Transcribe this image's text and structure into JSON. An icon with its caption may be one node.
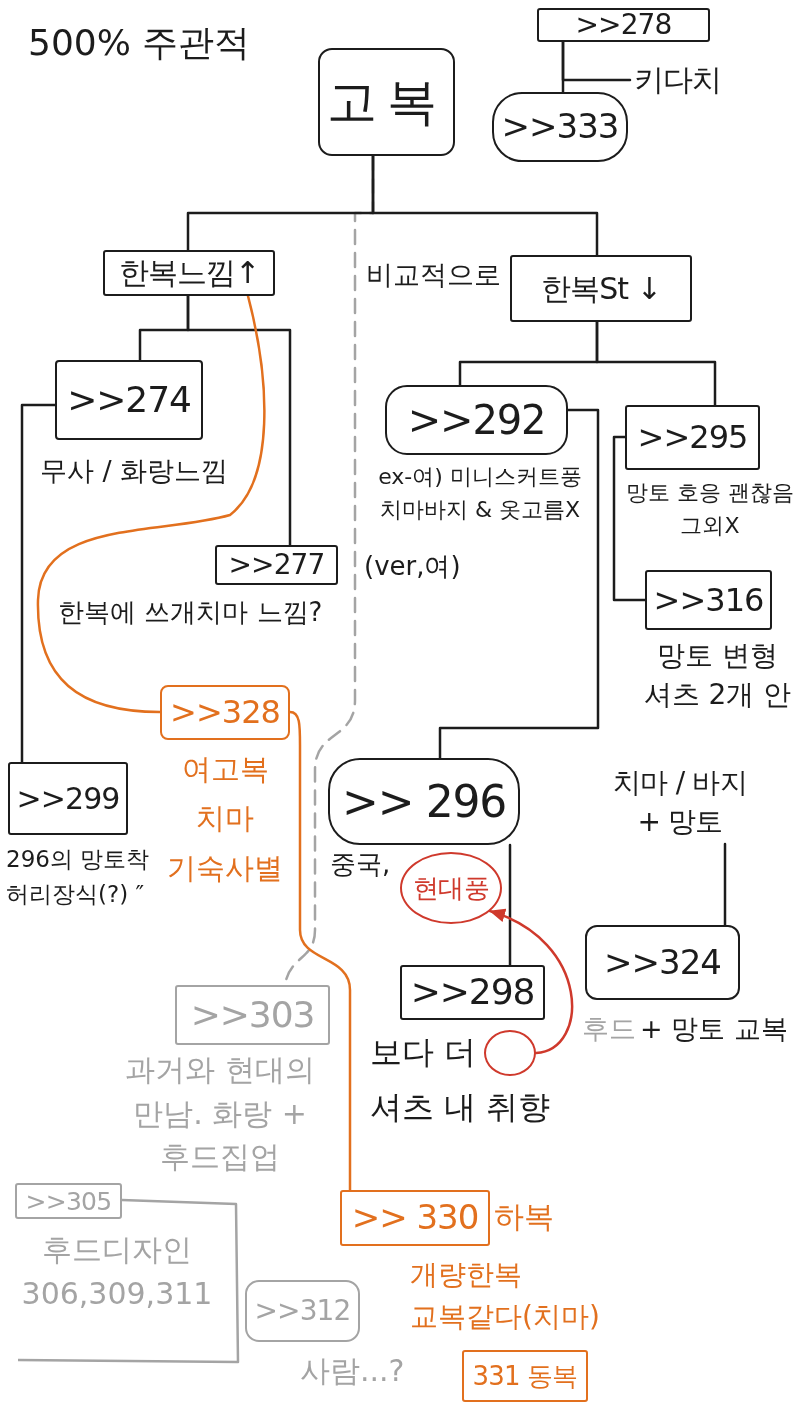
{
  "diagram": {
    "title": "500% 주관적",
    "nodes": [
      {
        "text": [
          ">>278"
        ]
      },
      {
        "text": [
          "고복"
        ]
      },
      {
        "text": [
          ">>333"
        ]
      },
      {
        "text": [
          "키다치"
        ]
      },
      {
        "text": [
          "한복느낌↑"
        ]
      },
      {
        "text": [
          "한복St ↓"
        ]
      },
      {
        "text": [
          ">>274"
        ],
        "beside": [
          "무사 / 화랑느낌"
        ]
      },
      {
        "text": [
          ">>292"
        ],
        "beside": [
          "ex-여) 미니스커트풍 치마바지 & 옷고름X"
        ]
      },
      {
        "text": [
          ">>295"
        ],
        "beside": [
          "망토 호응 괜찮음 그외X"
        ]
      },
      {
        "text": [
          ">>277"
        ],
        "beside": [
          "(ver,여)",
          "한복에 쓰개치마 느낌?"
        ]
      },
      {
        "text": [
          ">>316"
        ],
        "beside": [
          "망토 변형 셔츠 2개 안"
        ]
      },
      {
        "text": [
          ">>328"
        ],
        "beside": [
          "여고복 치마 기숙사별"
        ]
      },
      {
        "text": [
          ">>299"
        ],
        "beside": [
          "296의 망토착 허리장식(?) ″"
        ]
      },
      {
        "text": [
          ">> 296"
        ],
        "beside": [
          "중국,"
        ]
      },
      {
        "text": [
          "현대풍"
        ]
      },
      {
        "text": [
          "치마 / 바지 + 망토"
        ]
      },
      {
        "text": [
          ">>324"
        ],
        "beside": [
          "후드",
          "+ 망토 교복"
        ]
      },
      {
        "text": [
          ">>298"
        ],
        "beside": [
          "보다 더",
          "셔츠 내 취향"
        ]
      },
      {
        "text": [],
        "shape": "circle"
      },
      {
        "text": [
          ">>303"
        ],
        "beside": [
          "과거와 현대의 만남. 화랑 + 후드집업"
        ]
      },
      {
        "text": [
          ">>305"
        ],
        "beside": [
          "후드디자인 306,309,311"
        ]
      },
      {
        "text": [
          ">> 330"
        ],
        "beside": [
          "하복",
          "개량한복 교복같다(치마)"
        ]
      },
      {
        "text": [
          ">>312"
        ],
        "beside": [
          "사람...?"
        ]
      },
      {
        "text": [
          "331 동복"
        ]
      }
    ],
    "edges": [
      {
        "from": 0,
        "to": 2,
        "arrow": "none"
      },
      {
        "from": 0,
        "to": 3,
        "arrow": "none"
      },
      {
        "from": 1,
        "to": 4,
        "arrow": "none"
      },
      {
        "from": 1,
        "to": 5,
        "arrow": "none"
      },
      {
        "from": 1,
        "to": 19,
        "arrow": "none",
        "style": "dashed",
        "color": "#a4a4a4"
      },
      {
        "from": 4,
        "to": 6,
        "arrow": "none"
      },
      {
        "from": 4,
        "to": 9,
        "arrow": "none"
      },
      {
        "from": 4,
        "to": 11,
        "arrow": "none",
        "color": "#e2701e"
      },
      {
        "from": 5,
        "to": 7,
        "arrow": "none"
      },
      {
        "from": 5,
        "to": 8,
        "arrow": "none"
      },
      {
        "from": 6,
        "to": 12,
        "arrow": "none"
      },
      {
        "from": 7,
        "to": 13,
        "arrow": "none"
      },
      {
        "from": 8,
        "to": 10,
        "arrow": "none"
      },
      {
        "from": 11,
        "to": 21,
        "arrow": "none",
        "color": "#e2701e"
      },
      {
        "from": 13,
        "to": 17,
        "arrow": "none"
      },
      {
        "from": 18,
        "to": 14,
        "arrow": "to",
        "color": "#cf392c"
      },
      {
        "from": 15,
        "to": 16,
        "arrow": "none"
      }
    ],
    "labels": [
      "비교적으로"
    ]
  }
}
